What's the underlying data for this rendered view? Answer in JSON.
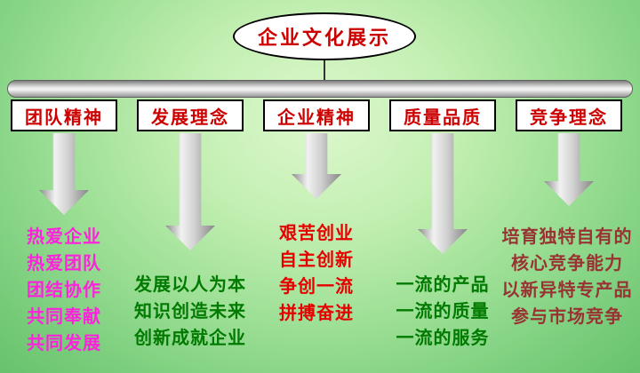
{
  "title": "企业文化展示",
  "colors": {
    "title": "#cc0000",
    "heading": "#cc0000"
  },
  "branches": [
    {
      "heading": "团队精神",
      "color": "#ff22dd",
      "lines": [
        "热爱企业",
        "热爱团队",
        "团结协作",
        "共同奉献",
        "共同发展"
      ]
    },
    {
      "heading": "发展理念",
      "color": "#007a00",
      "lines": [
        "发展以人为本",
        "知识创造未来",
        "创新成就企业"
      ]
    },
    {
      "heading": "企业精神",
      "color": "#e60000",
      "lines": [
        "艰苦创业",
        "自主创新",
        "争创一流",
        "拼搏奋进"
      ]
    },
    {
      "heading": "质量品质",
      "color": "#007a00",
      "lines": [
        "一流的产品",
        "一流的质量",
        "一流的服务"
      ]
    },
    {
      "heading": "竞争理念",
      "color": "#993333",
      "lines": [
        "培育独特自有的",
        "核心竞争能力",
        "以新异特专产品",
        "参与市场竞争"
      ]
    }
  ]
}
